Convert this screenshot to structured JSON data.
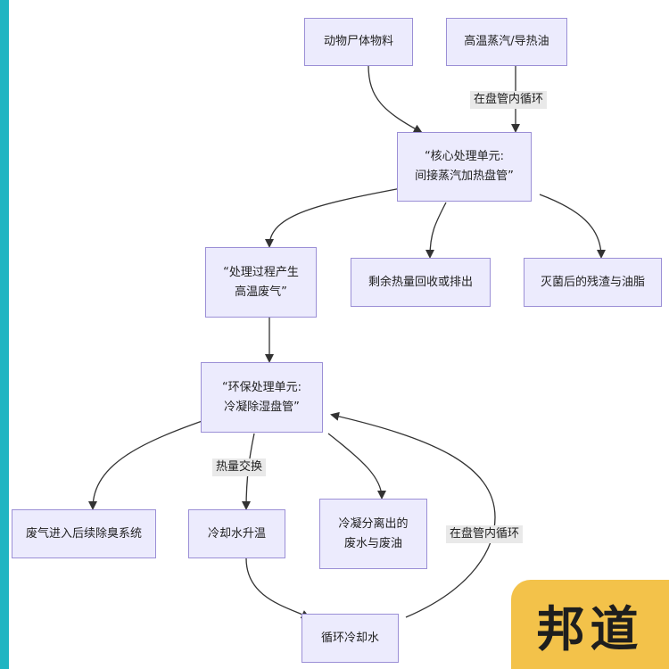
{
  "nodes": {
    "animal_carcass": "动物尸体物料",
    "steam_oil": "高温蒸汽/导热油",
    "core_unit": "“核心处理单元:\n间接蒸汽加热盘管”",
    "process_gas": "“处理过程产生\n高温废气”",
    "heat_recovery": "剩余热量回收或排出",
    "residue": "灭菌后的残渣与油脂",
    "env_unit": "“环保处理单元:\n冷凝除湿盘管”",
    "deodor": "废气进入后续除臭系统",
    "cooling_heat": "冷却水升温",
    "condensate": "冷凝分离出的\n废水与废油",
    "circ_water": "循环冷却水"
  },
  "edge_labels": {
    "in_coil_1": "在盘管内循环",
    "heat_exchange": "热量交换",
    "in_coil_2": "在盘管内循环"
  },
  "logo": {
    "text": "邦道"
  },
  "colors": {
    "node_fill": "#ecebfd",
    "node_border": "#9b8fd6",
    "edge": "#333333",
    "frame": "#1fb5c2",
    "logo_bg": "#f3c24a"
  }
}
